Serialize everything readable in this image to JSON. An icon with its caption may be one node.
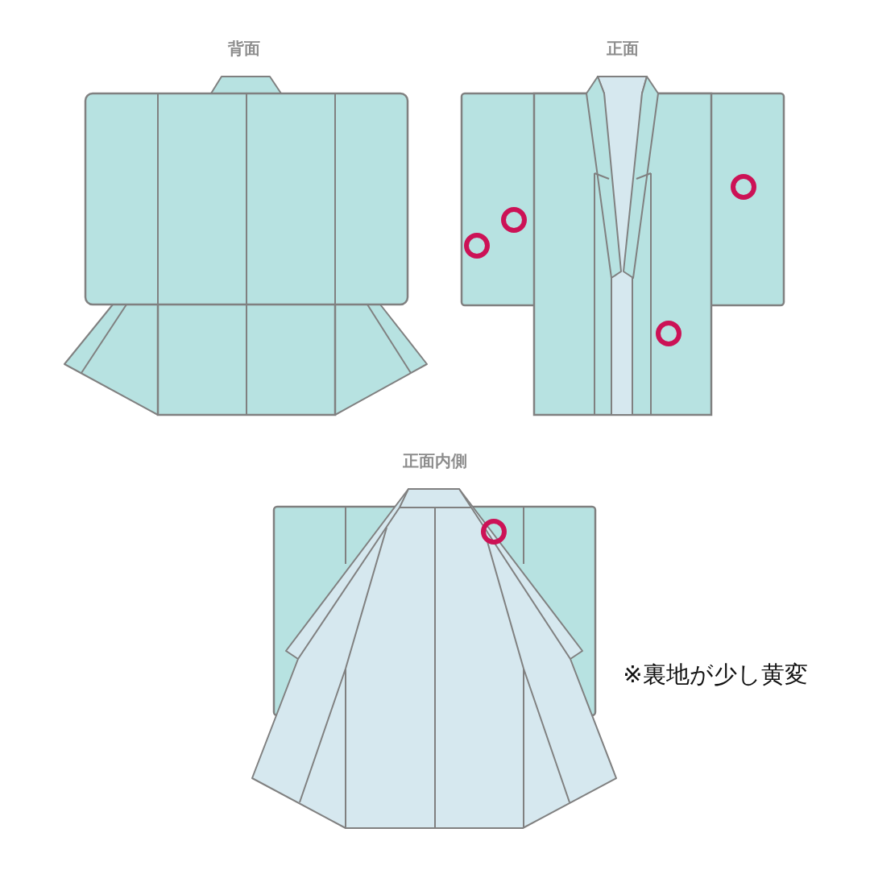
{
  "diagram": {
    "labels": [
      "背面",
      "正面",
      "正面内側",
      "※裏地が少し黄変"
    ]
  }
}
